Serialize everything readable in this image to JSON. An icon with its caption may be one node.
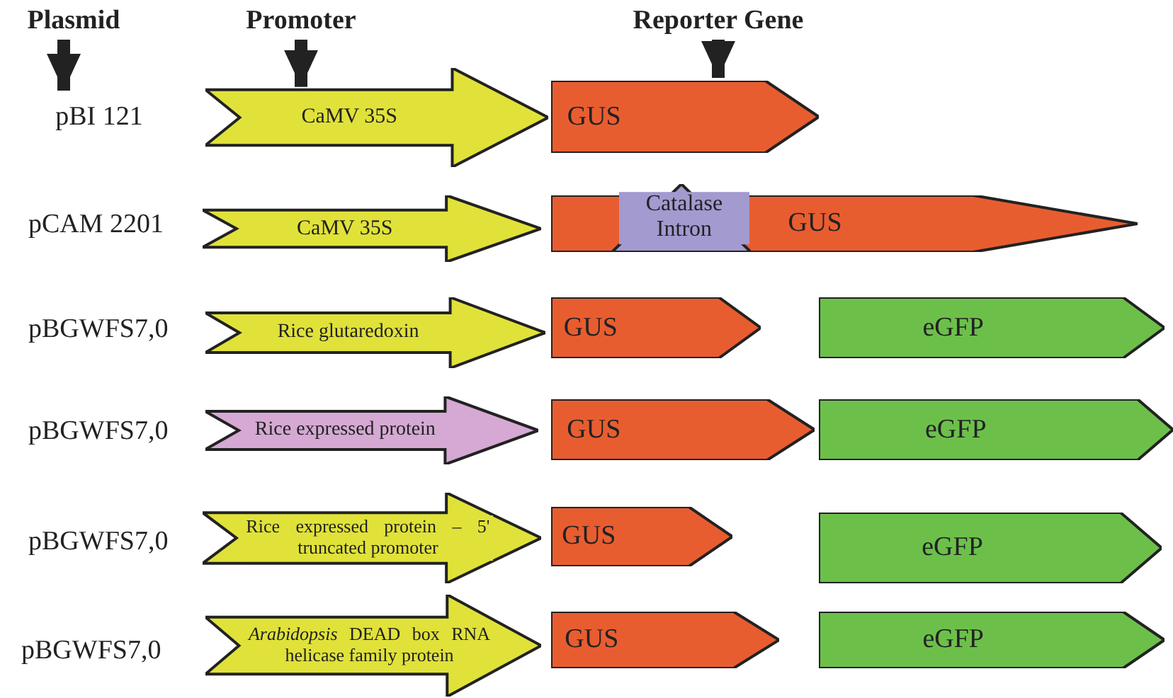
{
  "diagram": {
    "nodes": [
      {
        "text": [
          "Plasmid"
        ]
      },
      {
        "text": [
          "Promoter"
        ]
      },
      {
        "text": [
          "Reporter Gene"
        ]
      },
      {
        "text": [
          "pBI 121"
        ]
      },
      {
        "text": [
          "CaMV 35S"
        ]
      },
      {
        "text": [
          "GUS"
        ]
      },
      {
        "text": [
          "CaMV 35S"
        ]
      },
      {
        "text": [
          "GUS"
        ]
      },
      {
        "text": [
          "Catalase Intron"
        ]
      },
      {
        "text": [
          "Rice glutaredoxin"
        ]
      },
      {
        "text": [
          "GUS"
        ]
      },
      {
        "text": [
          "eGFP"
        ]
      },
      {
        "text": [
          "Rice expressed protein"
        ]
      },
      {
        "text": [
          "GUS"
        ]
      },
      {
        "text": [
          "eGFP"
        ]
      },
      {
        "text": [
          "Rice expressed protein – 5' truncated promoter"
        ]
      },
      {
        "text": [
          "GUS"
        ]
      },
      {
        "text": [
          "eGFP"
        ]
      },
      {
        "text": [
          "*Arabidopsis* DEAD box RNA helicase family protein"
        ]
      },
      {
        "text": [
          "GUS"
        ]
      },
      {
        "text": [
          "eGFP"
        ]
      }
    ],
    "edges": [
      {
        "from": 0,
        "to": 3,
        "arrow": "to"
      },
      {
        "from": 1,
        "to": 4,
        "arrow": "to"
      },
      {
        "from": 2,
        "to": 5,
        "arrow": "to"
      }
    ],
    "labels": [
      "pCAM 2201",
      "pBGWFS7,0",
      "pBGWFS7,0",
      "pBGWFS7,0",
      "pBGWFS7,0"
    ]
  }
}
